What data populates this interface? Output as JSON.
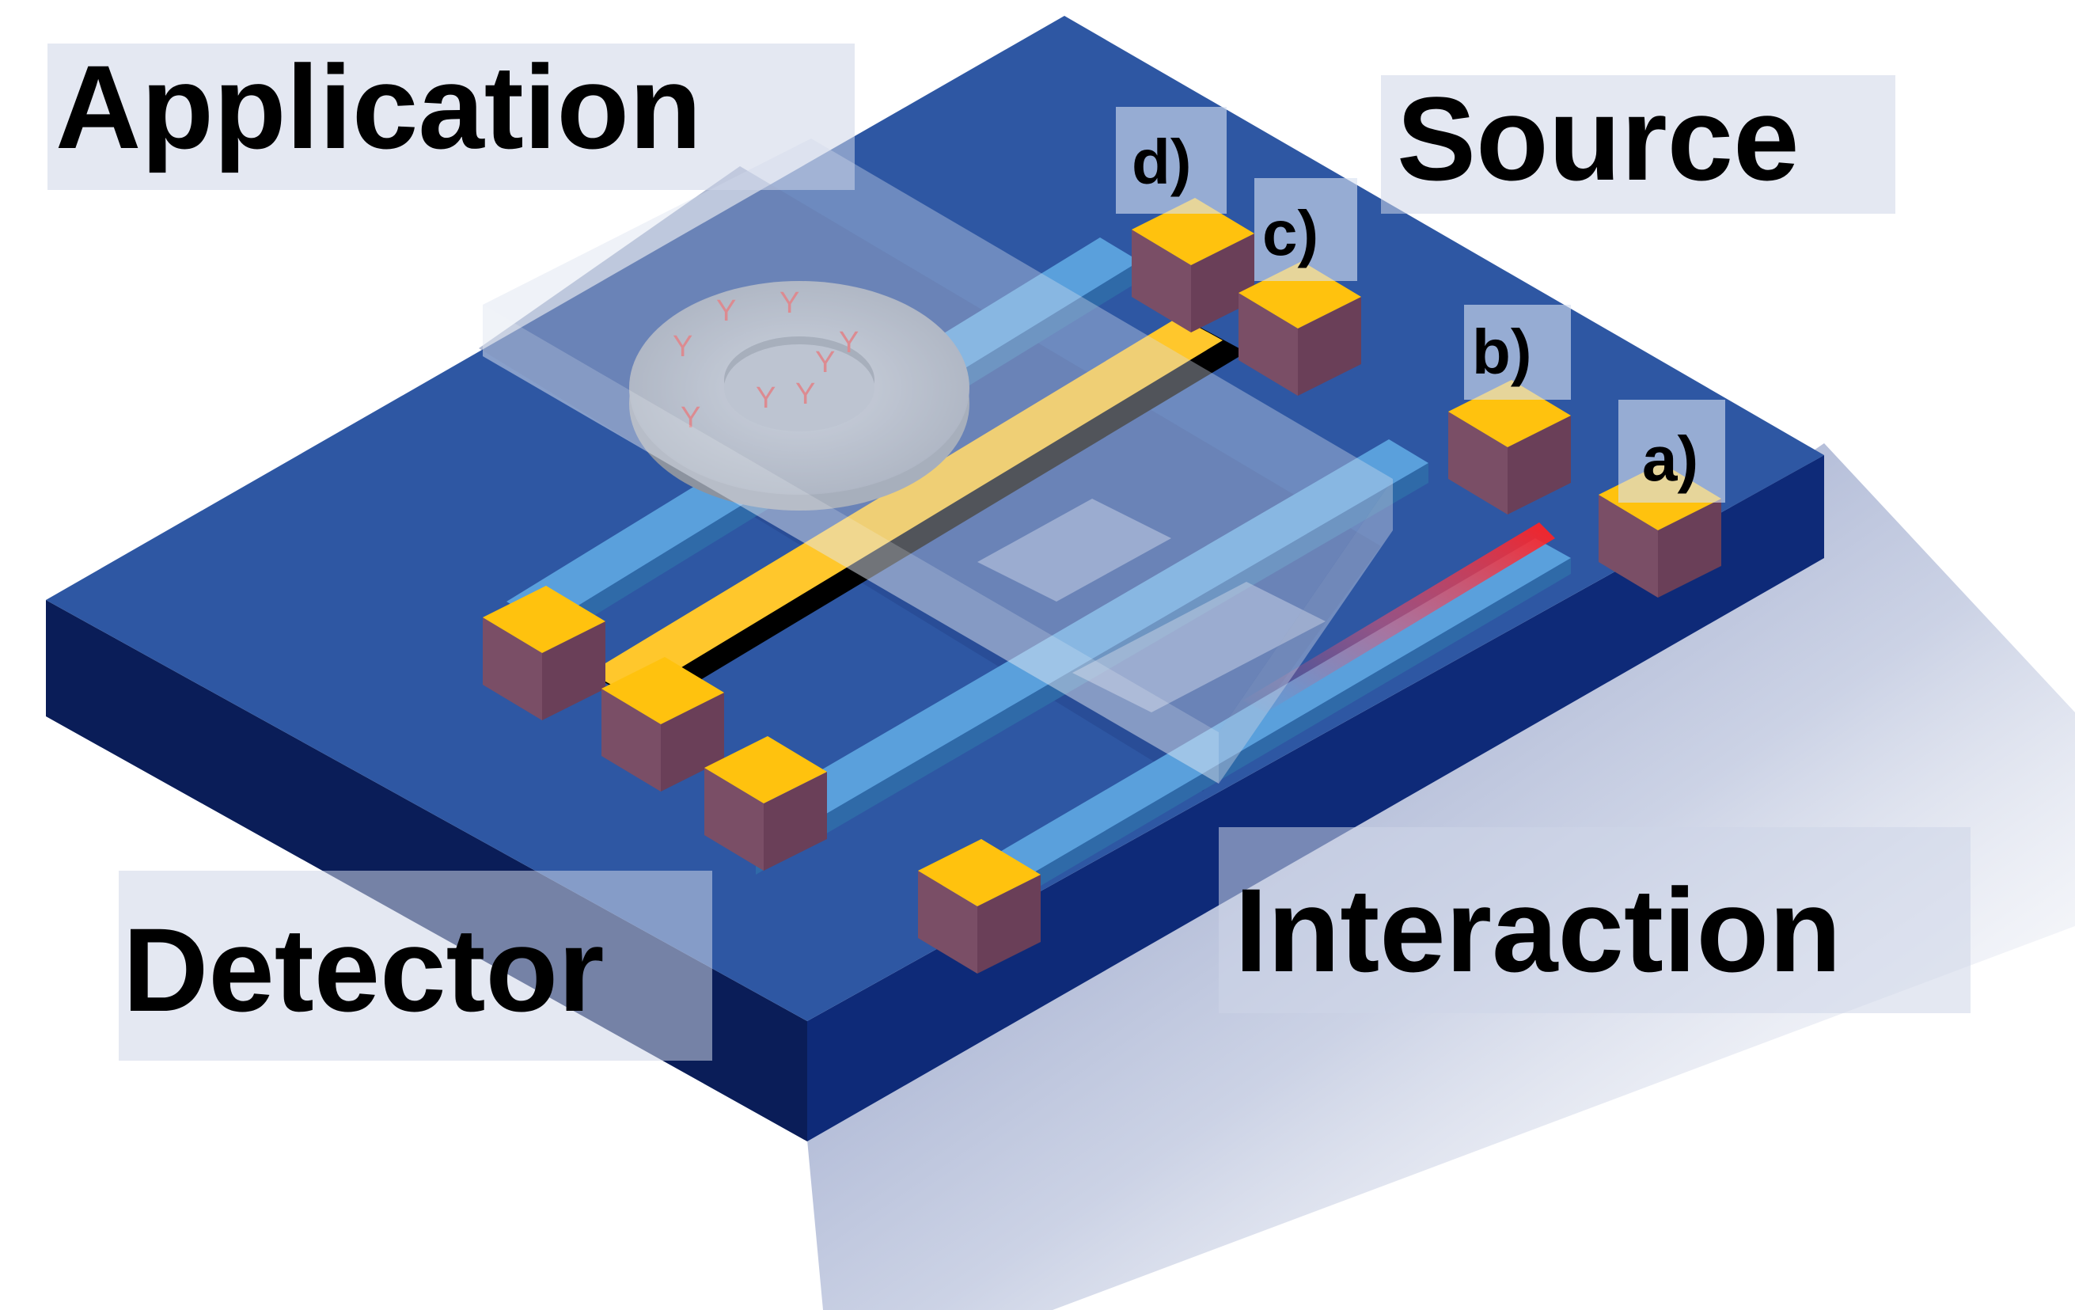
{
  "labels": {
    "application": "Application",
    "source": "Source",
    "detector": "Detector",
    "interaction": "Interaction"
  },
  "tags": {
    "a": "a)",
    "b": "b)",
    "c": "c)",
    "d": "d)"
  },
  "receptor_glyph": "Y",
  "colors": {
    "substrate_top": "#2e57a3",
    "substrate_front": "#0e2a78",
    "substrate_left": "#0a1d58",
    "waveguide": "#5aa0dc",
    "pad_top": "#ffc20e",
    "pad_side": "#7a4e66",
    "metal_strip": "#ffc72c",
    "light_signal": "#e43a3a",
    "receptor": "#e05a5a",
    "shadow": "#5a6ea6"
  }
}
